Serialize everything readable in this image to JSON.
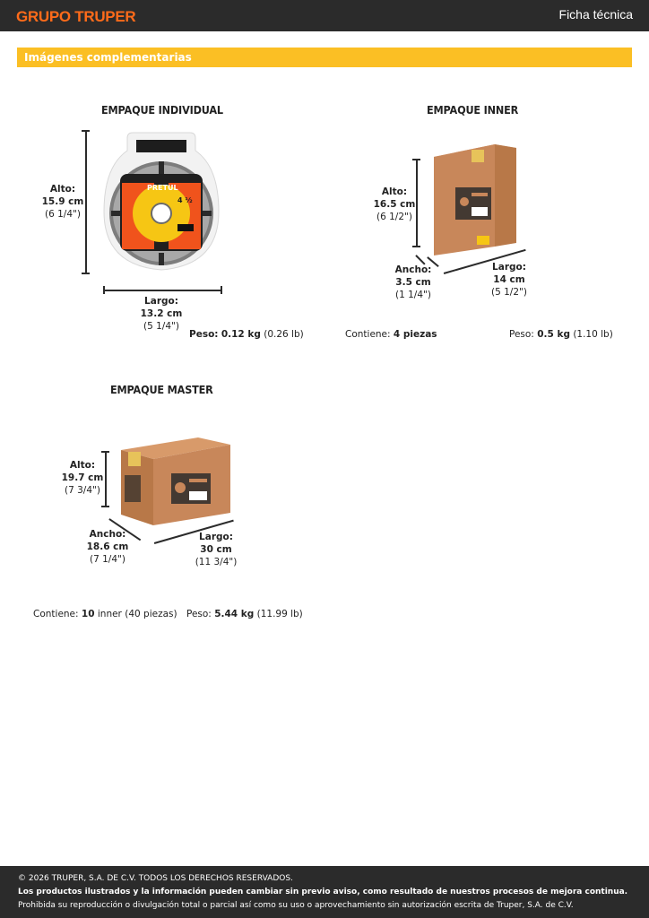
{
  "header": {
    "logo": "GRUPO TRUPER",
    "doc_type": "Ficha técnica"
  },
  "section_title": "Imágenes complementarias",
  "individual": {
    "title": "EMPAQUE INDIVIDUAL",
    "alto_label": "Alto:",
    "alto_cm": "15.9 cm",
    "alto_in": "(6 1/4\")",
    "largo_label": "Largo:",
    "largo_cm": "13.2 cm",
    "largo_in": "(5 1/4\")",
    "peso_label": "Peso:",
    "peso_kg": "0.12 kg",
    "peso_lb": "(0.26 lb)",
    "product_text": {
      "brand": "PRETUL",
      "size": "4 ½"
    }
  },
  "inner": {
    "title": "EMPAQUE INNER",
    "alto_label": "Alto:",
    "alto_cm": "16.5 cm",
    "alto_in": "(6 1/2\")",
    "ancho_label": "Ancho:",
    "ancho_cm": "3.5 cm",
    "ancho_in": "(1 1/4\")",
    "largo_label": "Largo:",
    "largo_cm": "14 cm",
    "largo_in": "(5 1/2\")",
    "contiene_label": "Contiene:",
    "contiene_value": "4 piezas",
    "peso_label": "Peso:",
    "peso_kg": "0.5 kg",
    "peso_lb": "(1.10 lb)"
  },
  "master": {
    "title": "EMPAQUE MASTER",
    "alto_label": "Alto:",
    "alto_cm": "19.7 cm",
    "alto_in": "(7 3/4\")",
    "ancho_label": "Ancho:",
    "ancho_cm": "18.6 cm",
    "ancho_in": "(7 1/4\")",
    "largo_label": "Largo:",
    "largo_cm": "30 cm",
    "largo_in": "(11 3/4\")",
    "contiene_label": "Contiene:",
    "contiene_count": "10",
    "contiene_unit": "inner",
    "contiene_pieces": "(40 piezas)",
    "peso_label": "Peso:",
    "peso_kg": "5.44 kg",
    "peso_lb": "(11.99 lb)"
  },
  "footer": {
    "line1": "© 2026 TRUPER, S.A. DE C.V. TODOS LOS DERECHOS RESERVADOS.",
    "line2": "Los productos ilustrados y la información pueden cambiar sin previo aviso, como resultado de nuestros procesos de mejora continua.",
    "line3": "Prohibida su reproducción o divulgación total o parcial así como su uso o aprovechamiento sin autorización escrita de Truper, S.A. de C.V."
  },
  "colors": {
    "header_bg": "#2b2b2b",
    "logo": "#ff6b1a",
    "section_band": "#fbbf24",
    "cardboard": "#c8875a"
  }
}
